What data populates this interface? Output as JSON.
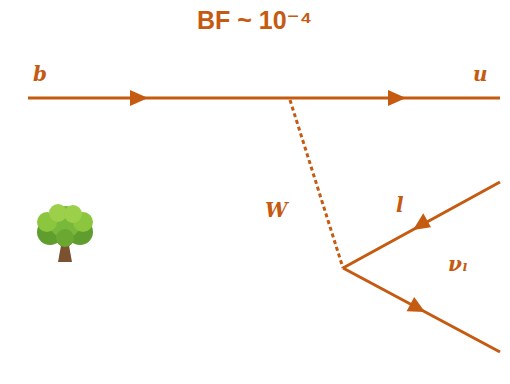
{
  "diagram": {
    "title": "BF ~ 10⁻⁴",
    "labels": [
      "b",
      "u",
      "W",
      "l",
      "νₗ"
    ]
  }
}
